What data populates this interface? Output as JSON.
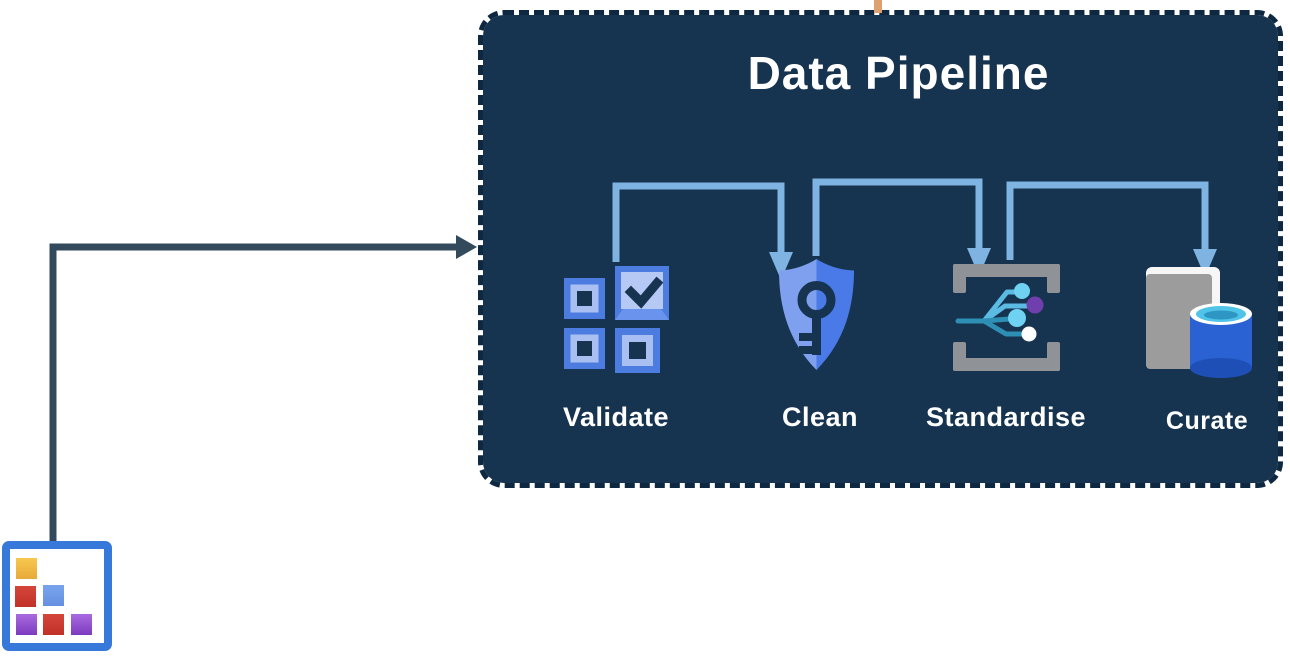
{
  "diagram": {
    "title": "Data Pipeline",
    "steps": [
      {
        "label": "Validate",
        "icon": "grid-check-icon"
      },
      {
        "label": "Clean",
        "icon": "shield-key-icon"
      },
      {
        "label": "Standardise",
        "icon": "branch-frame-icon"
      },
      {
        "label": "Curate",
        "icon": "book-database-icon"
      }
    ],
    "source": {
      "icon": "dataset-grid-icon"
    }
  },
  "theme": {
    "colors": {
      "navy": "#16334F",
      "dash": "#0D2840",
      "connector": "#7FB3E2",
      "arrow": "#33495C",
      "stub": "#DFA06F",
      "val_mid": "#4C7CE0",
      "val_light": "#B6C9F4",
      "val_ring": "#A9BFF2",
      "val_bevel": "#6A93EE",
      "shield_l": "#7FA0EE",
      "shield_r": "#4A7AE8",
      "bracket_gray": "#8F9398",
      "line_teal": "#2E8FB5",
      "line_blue": "#5BBBE3",
      "dot_cyan": "#6FD2F2",
      "dot_purple": "#6F3FAE",
      "book_gray": "#9C9C9C",
      "page_white": "#F6F6F6",
      "cyl_blue": "#2A62D4",
      "cyl_blue2": "#1E4FB6",
      "cyl_cyan": "#4FC4E8",
      "cyl_teal": "#2E96C2",
      "ds_border": "#3679DA"
    }
  }
}
